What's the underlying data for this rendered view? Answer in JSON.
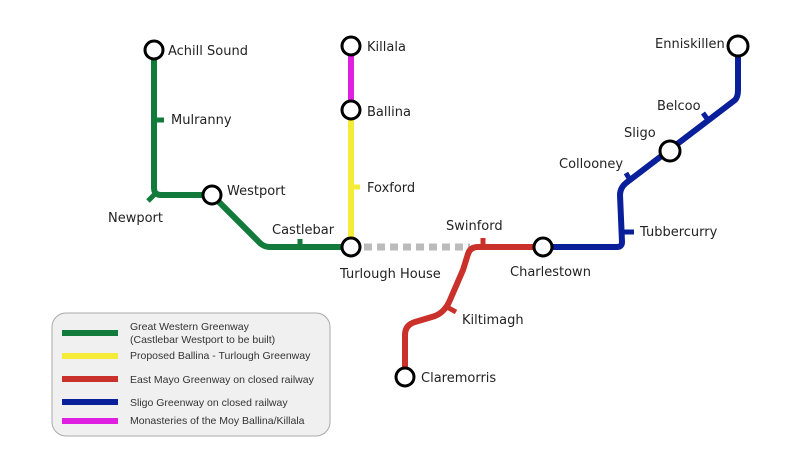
{
  "stations": {
    "achill_sound": "Achill Sound",
    "mulranny": "Mulranny",
    "newport": "Newport",
    "westport": "Westport",
    "castlebar": "Castlebar",
    "killala": "Killala",
    "ballina": "Ballina",
    "foxford": "Foxford",
    "turlough_house": "Turlough House",
    "swinford": "Swinford",
    "charlestown": "Charlestown",
    "kiltimagh": "Kiltimagh",
    "claremorris": "Claremorris",
    "tubbercurry": "Tubbercurry",
    "collooney": "Collooney",
    "sligo": "Sligo",
    "belcoo": "Belcoo",
    "enniskillen": "Enniskillen"
  },
  "legend": [
    {
      "line1": "Great Western Greenway",
      "line2": "(Castlebar Westport to be built)",
      "color": "#127a3a"
    },
    {
      "line1": "Proposed Ballina - Turlough Greenway",
      "color": "#f5ec3a"
    },
    {
      "line1": "East Mayo Greenway on closed railway",
      "color": "#c9312a"
    },
    {
      "line1": "Sligo Greenway on closed railway",
      "color": "#0a1f9a"
    },
    {
      "line1": "Monasteries of the Moy Ballina/Killala",
      "color": "#e020e0"
    }
  ]
}
